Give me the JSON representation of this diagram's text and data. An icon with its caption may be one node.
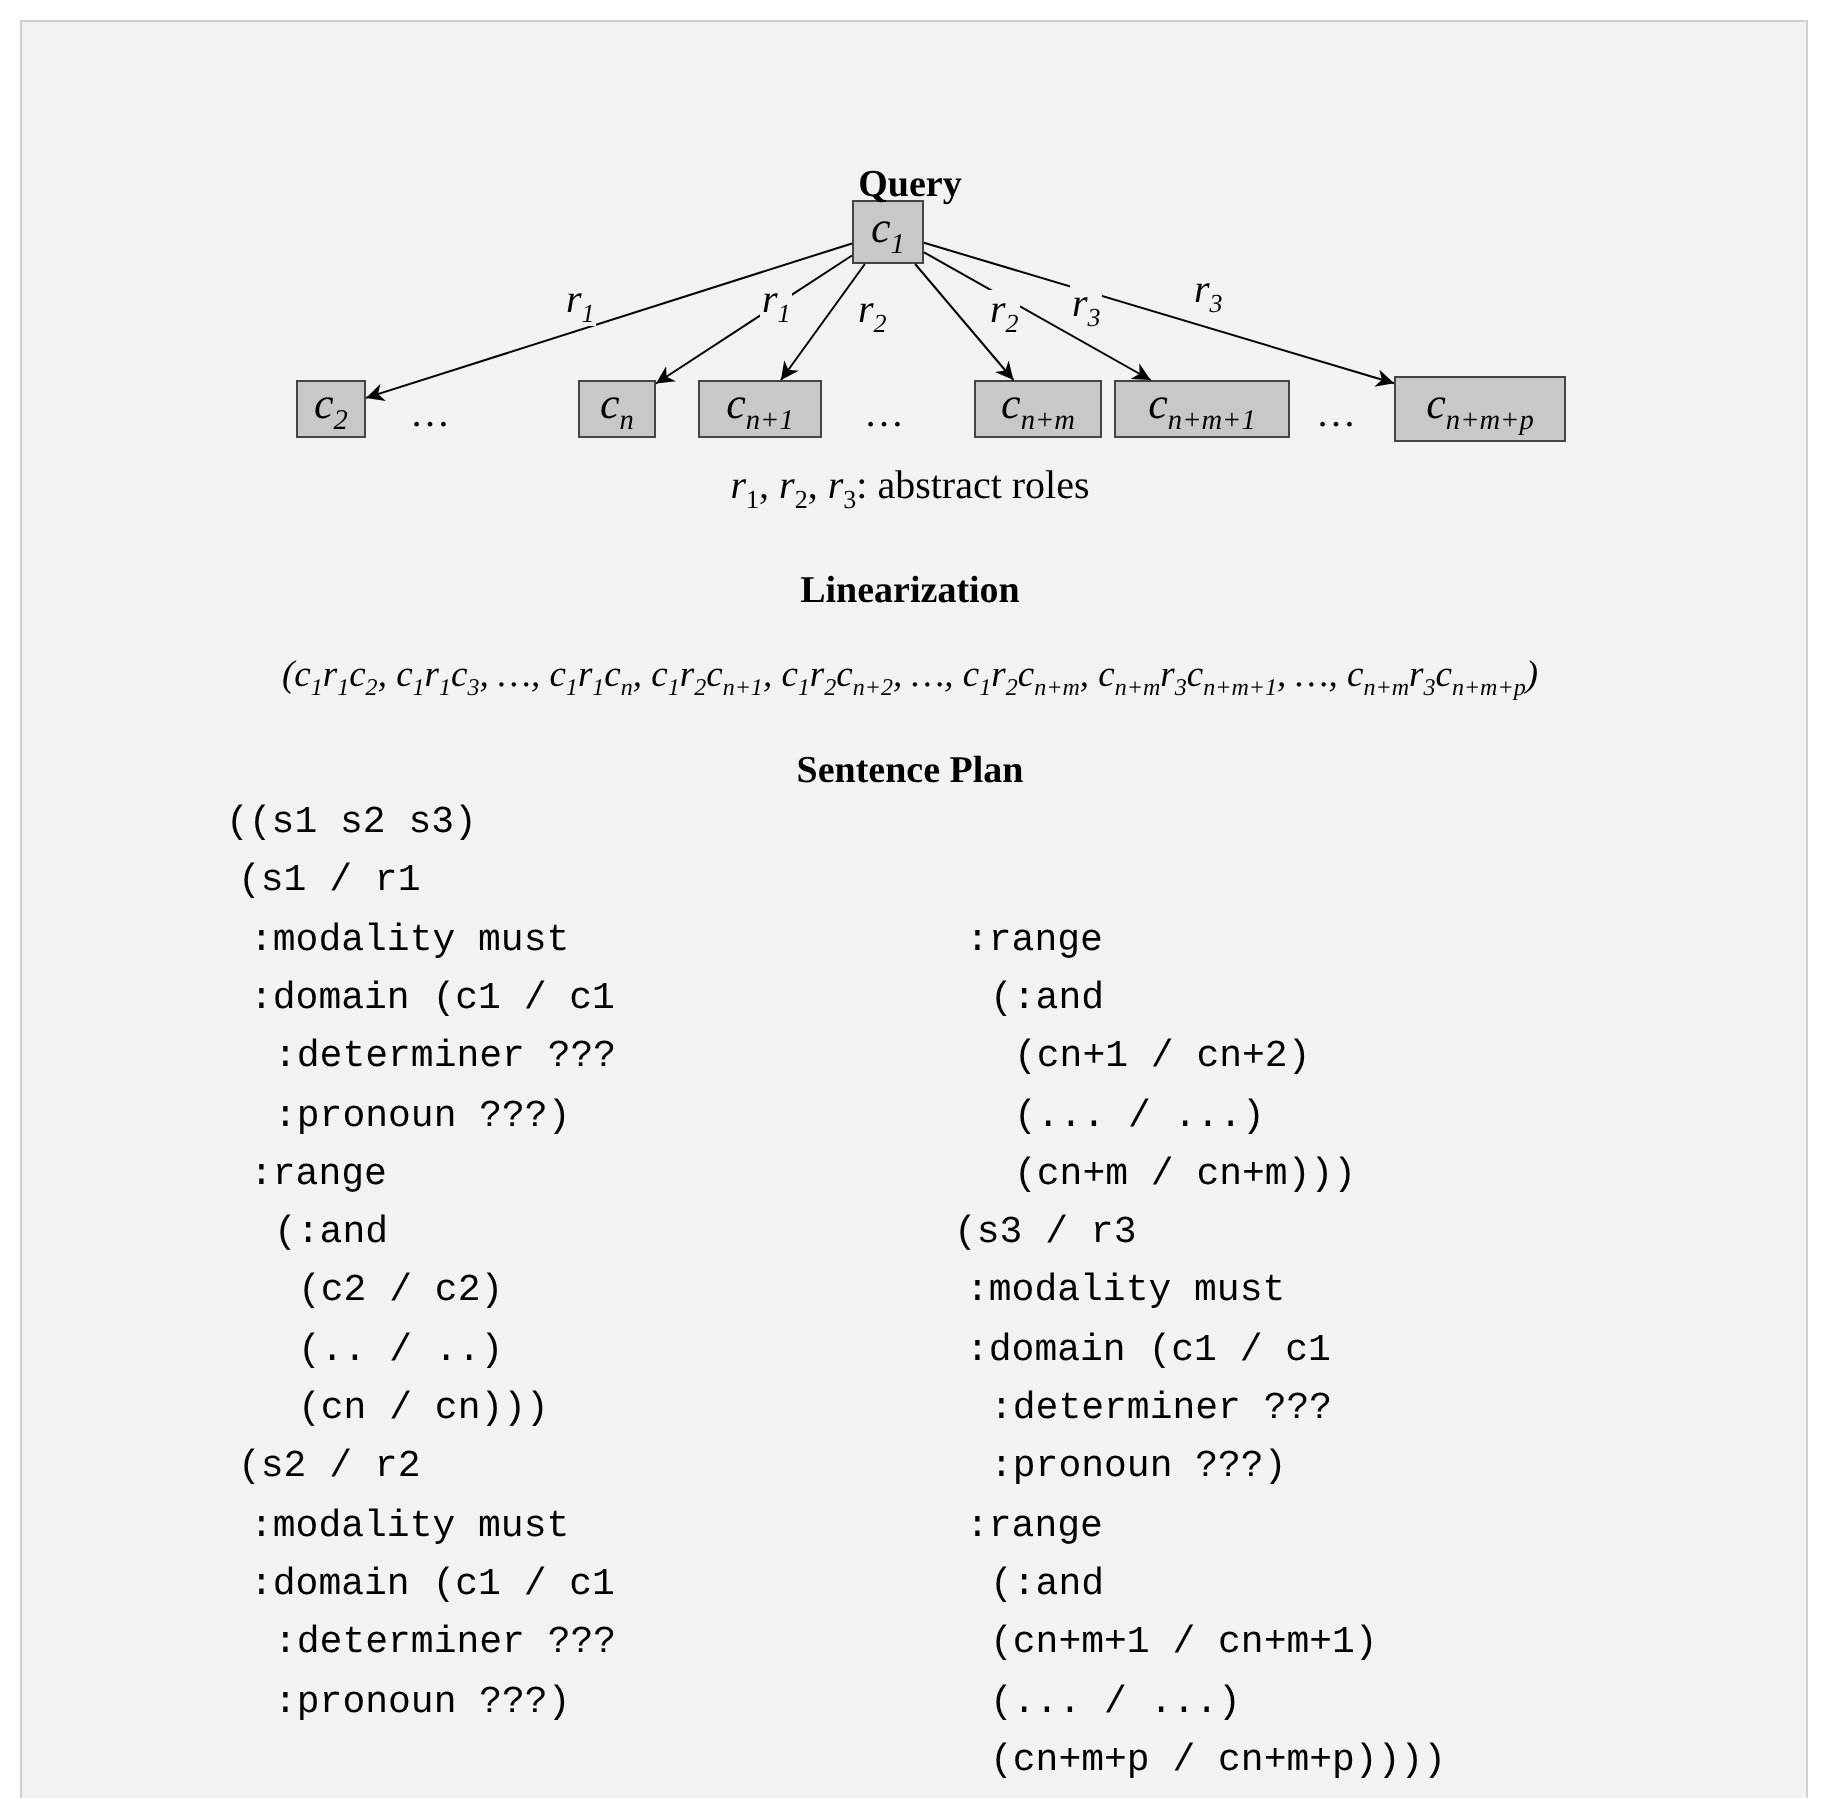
{
  "diagram": {
    "nodes": [
      {
        "text": [
          "c$_{1}$"
        ]
      },
      {
        "text": [
          "c$_{2}$"
        ]
      },
      {
        "text": [
          "c$_{n}$"
        ]
      },
      {
        "text": [
          "c$_{n+1}$"
        ]
      },
      {
        "text": [
          "c$_{n+m}$"
        ]
      },
      {
        "text": [
          "c$_{n+m+1}$"
        ]
      },
      {
        "text": [
          "c$_{n+m+p}$"
        ]
      }
    ],
    "edges": [
      {
        "from": 0,
        "to": 1,
        "arrow": "to",
        "label": "r$_{1}$"
      },
      {
        "from": 0,
        "to": 2,
        "arrow": "to",
        "label": "r$_{1}$"
      },
      {
        "from": 0,
        "to": 3,
        "arrow": "to",
        "label": "r$_{2}$"
      },
      {
        "from": 0,
        "to": 4,
        "arrow": "to",
        "label": "r$_{2}$"
      },
      {
        "from": 0,
        "to": 5,
        "arrow": "to",
        "label": "r$_{3}$"
      },
      {
        "from": 0,
        "to": 6,
        "arrow": "to",
        "label": "r$_{3}$"
      }
    ],
    "labels": [
      "Query",
      "…",
      "…",
      "…",
      "*r*$_{1}$, *r*$_{2}$, *r*$_{3}$: abstract roles",
      "Linearization",
      "(c$_{1}$r$_{1}$c$_{2}$, c$_{1}$r$_{1}$c$_{3}$, …, c$_{1}$r$_{1}$c$_{n}$, c$_{1}$r$_{2}$c$_{n+1}$, c$_{1}$r$_{2}$c$_{n+2}$, …, c$_{1}$r$_{2}$c$_{n+m}$, c$_{n+m}$r$_{3}$c$_{n+m+1}$, …, c$_{n+m}$r$_{3}$c$_{n+m+p}$)",
      "Sentence Plan",
      "((s1 s2 s3)",
      "(s1 / r1",
      ":modality must",
      ":domain (c1 / c1",
      ":determiner ???",
      ":pronoun ???)",
      ":range",
      "(:and",
      "(c2 / c2)",
      "(.. / ..)",
      "(cn / cn)))",
      "(s2 / r2",
      ":modality must",
      ":domain (c1 / c1",
      ":determiner ???",
      ":pronoun ???)",
      ":range",
      "(:and",
      "(cn+1 / cn+2)",
      "(... / ...)",
      "(cn+m / cn+m)))",
      "(s3 / r3",
      ":modality must",
      ":domain (c1 / c1",
      ":determiner ???",
      ":pronoun ???)",
      ":range",
      "(:and",
      "(cn+m+1 / cn+m+1)",
      "(... / ...)",
      "(cn+m+p / cn+m+p))))"
    ]
  }
}
